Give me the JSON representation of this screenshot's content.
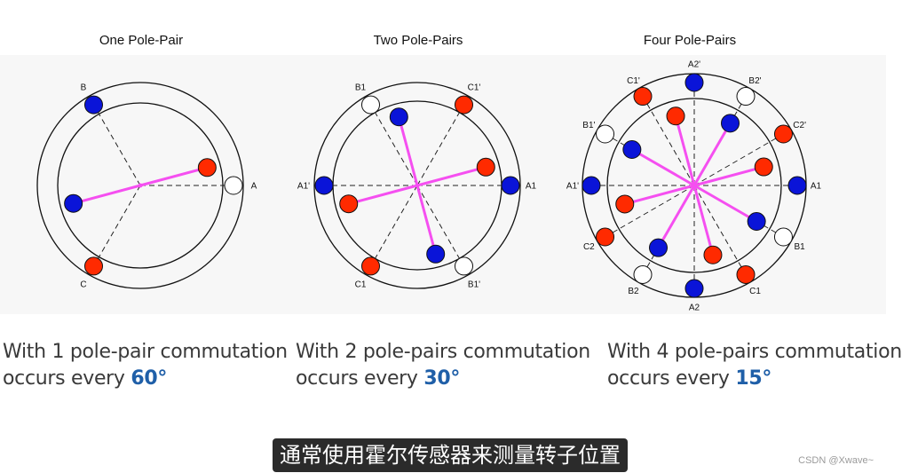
{
  "panels": [
    {
      "id": "one",
      "title": "One Pole-Pair",
      "caption_line1": "With 1 pole-pair commutation",
      "caption_line2_prefix": "occurs every ",
      "caption_angle": "60°",
      "pole_pairs": 1,
      "stator": [
        {
          "label": "A",
          "angle": 0,
          "color": "white"
        },
        {
          "label": "B",
          "angle": 120,
          "color": "blue"
        },
        {
          "label": "C",
          "angle": 240,
          "color": "red"
        }
      ],
      "rotor_angle": 15
    },
    {
      "id": "two",
      "title": "Two Pole-Pairs",
      "caption_line1": "With 2 pole-pairs commutation",
      "caption_line2_prefix": "occurs every ",
      "caption_angle": "30°",
      "pole_pairs": 2,
      "stator": [
        {
          "label": "A1",
          "angle": 0,
          "color": "blue"
        },
        {
          "label": "C1'",
          "angle": 60,
          "color": "red"
        },
        {
          "label": "B1",
          "angle": 120,
          "color": "white"
        },
        {
          "label": "A1'",
          "angle": 180,
          "color": "blue"
        },
        {
          "label": "C1",
          "angle": 240,
          "color": "red"
        },
        {
          "label": "B1'",
          "angle": 300,
          "color": "white"
        }
      ],
      "rotor_angle": 15
    },
    {
      "id": "four",
      "title": "Four Pole-Pairs",
      "caption_line1": "With 4 pole-pairs commutation",
      "caption_line2_prefix": "occurs every ",
      "caption_angle": "15°",
      "pole_pairs": 4,
      "stator": [
        {
          "label": "A1",
          "angle": 0,
          "color": "blue"
        },
        {
          "label": "C2'",
          "angle": 30,
          "color": "red"
        },
        {
          "label": "B2'",
          "angle": 60,
          "color": "white"
        },
        {
          "label": "A2'",
          "angle": 90,
          "color": "blue"
        },
        {
          "label": "C1'",
          "angle": 120,
          "color": "red"
        },
        {
          "label": "B1'",
          "angle": 150,
          "color": "white"
        },
        {
          "label": "A1'",
          "angle": 180,
          "color": "blue"
        },
        {
          "label": "C2",
          "angle": 210,
          "color": "red"
        },
        {
          "label": "B2",
          "angle": 240,
          "color": "white"
        },
        {
          "label": "A2",
          "angle": 270,
          "color": "blue"
        },
        {
          "label": "C1",
          "angle": 300,
          "color": "red"
        },
        {
          "label": "B1",
          "angle": 330,
          "color": "white"
        }
      ],
      "rotor_angle": 15
    }
  ],
  "colors": {
    "red": "#ff2a00",
    "blue": "#0a14d8",
    "white": "#ffffff",
    "rotor_line": "#f54ff0",
    "caption_angle": "#1f5fa8"
  },
  "subtitle": "通常使用霍尔传感器来测量转子位置",
  "watermark": "CSDN @Xwave~"
}
